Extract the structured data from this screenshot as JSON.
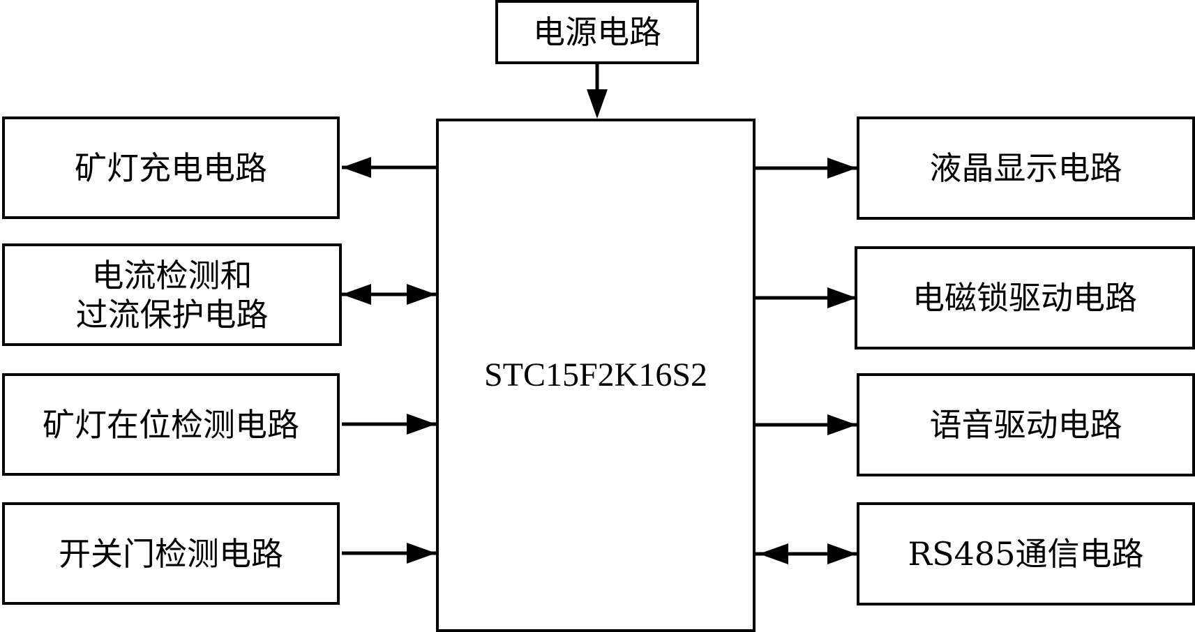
{
  "diagram": {
    "center": {
      "label": "STC15F2K16S2"
    },
    "top": {
      "label": "电源电路",
      "direction": "to-center"
    },
    "left": [
      {
        "label": "矿灯充电电路",
        "direction": "from-center"
      },
      {
        "label": "电流检测和\n过流保护电路",
        "direction": "bidirectional"
      },
      {
        "label": "矿灯在位检测电路",
        "direction": "to-center"
      },
      {
        "label": "开关门检测电路",
        "direction": "to-center"
      }
    ],
    "right": [
      {
        "label": "液晶显示电路",
        "direction": "from-center"
      },
      {
        "label": "电磁锁驱动电路",
        "direction": "from-center"
      },
      {
        "label": "语音驱动电路",
        "direction": "from-center"
      },
      {
        "label": "RS485通信电路",
        "direction": "bidirectional"
      }
    ]
  }
}
